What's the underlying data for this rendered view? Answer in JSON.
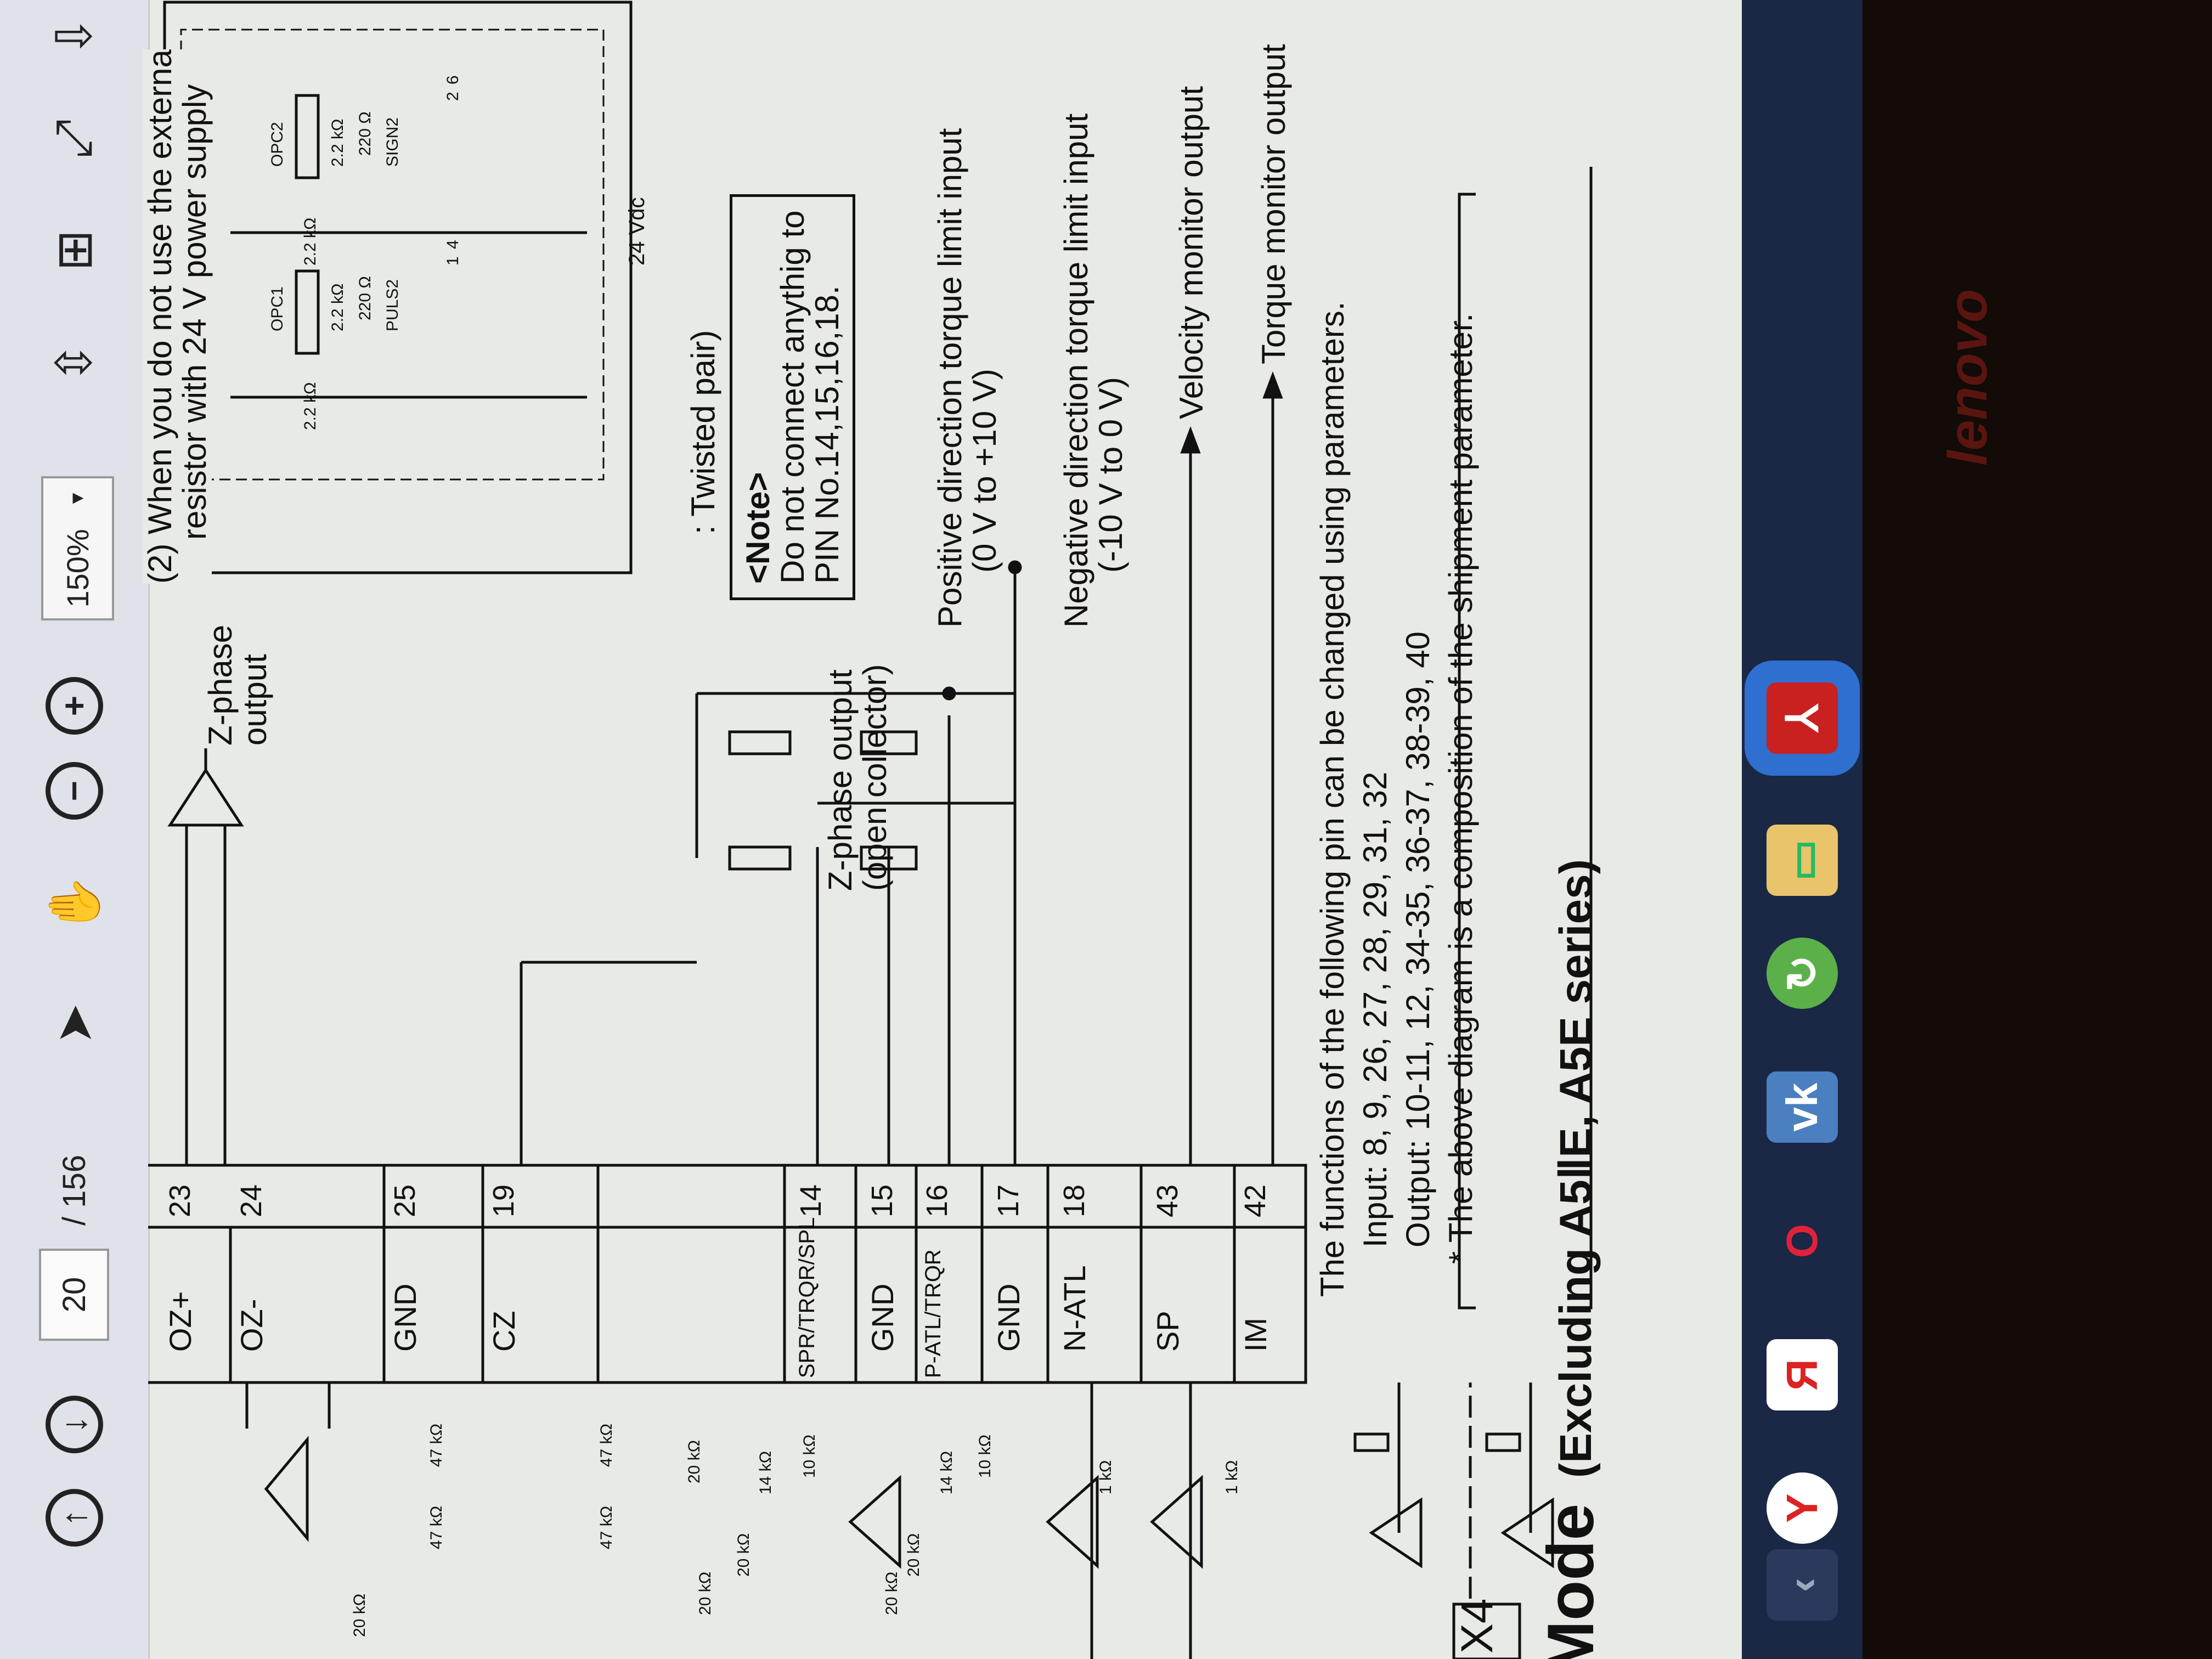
{
  "toolbar": {
    "prev_page_icon": "arrow-up-circle-icon",
    "next_page_icon": "arrow-down-circle-icon",
    "page_current": "20",
    "page_total": "/ 156",
    "zoom_level": "150%",
    "tools": [
      "select-arrow-icon",
      "hand-icon",
      "zoom-out-icon",
      "zoom-in-icon",
      "fit-page-icon",
      "fit-width-icon",
      "fullscreen-icon",
      "more-icon"
    ]
  },
  "diagram": {
    "connector_label": "X4",
    "pins": [
      {
        "num": "23",
        "signal": "OZ+"
      },
      {
        "num": "24",
        "signal": "OZ-"
      },
      {
        "num": "25",
        "signal": "GND"
      },
      {
        "num": "19",
        "signal": "CZ"
      },
      {
        "num": "14",
        "signal": "SPR/TRQR/SPL"
      },
      {
        "num": "15",
        "signal": "GND"
      },
      {
        "num": "16",
        "signal": "P-ATL/TRQR"
      },
      {
        "num": "17",
        "signal": "GND"
      },
      {
        "num": "18",
        "signal": "N-ATL"
      },
      {
        "num": "43",
        "signal": "SP"
      },
      {
        "num": "42",
        "signal": "IM"
      }
    ],
    "resistors": [
      "20 kΩ",
      "47 kΩ",
      "47 kΩ",
      "47 kΩ",
      "47 kΩ",
      "20 kΩ",
      "20 kΩ",
      "20 kΩ",
      "14 kΩ",
      "10 kΩ",
      "20 kΩ",
      "20 kΩ",
      "14 kΩ",
      "10 kΩ",
      "1 kΩ",
      "1 kΩ"
    ],
    "z_phase_output": [
      "Z-phase",
      "output"
    ],
    "z_phase_open_collector": [
      "Z-phase output",
      "(open collector)"
    ],
    "twisted_pair": ": Twisted pair)",
    "note": {
      "title": "<Note>",
      "lines": [
        "Do not connect anythig to",
        "PIN No.14,15,16,18."
      ]
    },
    "positive_limit": [
      "Positive direction torque limit input",
      "(0 V to +10 V)"
    ],
    "negative_limit": [
      "Negative direction torque limit input",
      "(-10 V to 0 V)"
    ],
    "velocity_monitor": "Velocity monitor output",
    "torque_monitor": "Torque monitor output",
    "param_note": [
      "The functions of the following pin can be changed using parameters.",
      "Input: 8, 9, 26, 27, 28, 29, 31, 32",
      "Output: 10-11, 12, 34-35, 36-37, 38-39, 40",
      "* The above diagram is a composition of the shipment parameter."
    ],
    "external_resistor": [
      "(2) When you do not use the externa",
      "resistor with 24 V power supply"
    ],
    "inset": {
      "r1": "2.2 kΩ",
      "r2": "2.2 kΩ",
      "r3": "220 Ω",
      "r4": "2.2 kΩ",
      "r5": "2.2 kΩ",
      "r6": "220 Ω",
      "opc1": "OPC1",
      "puls2": "PULS2",
      "opc2": "OPC2",
      "sign2": "SIGN2",
      "p1": "1",
      "p4": "4",
      "p2": "2",
      "p6": "6",
      "vdc": "24 Vdc"
    }
  },
  "heading": {
    "mode": "Mode",
    "subtitle": "(Excluding A5ⅡE, A5E series)"
  },
  "taskbar": {
    "items": [
      {
        "icon": "start-icon",
        "glyph": "‹"
      },
      {
        "icon": "yandex-browser-icon",
        "glyph": "Y"
      },
      {
        "icon": "yandex-icon",
        "glyph": "Я"
      },
      {
        "icon": "opera-icon",
        "glyph": "O"
      },
      {
        "icon": "vk-icon",
        "glyph": "vk"
      },
      {
        "icon": "green-app-icon",
        "glyph": "↻"
      },
      {
        "icon": "file-explorer-icon",
        "glyph": "▭"
      },
      {
        "icon": "acrobat-reader-icon",
        "glyph": "⅄"
      }
    ],
    "accent": "#2f6fd0"
  },
  "bezel": {
    "brand": "lenovo"
  }
}
